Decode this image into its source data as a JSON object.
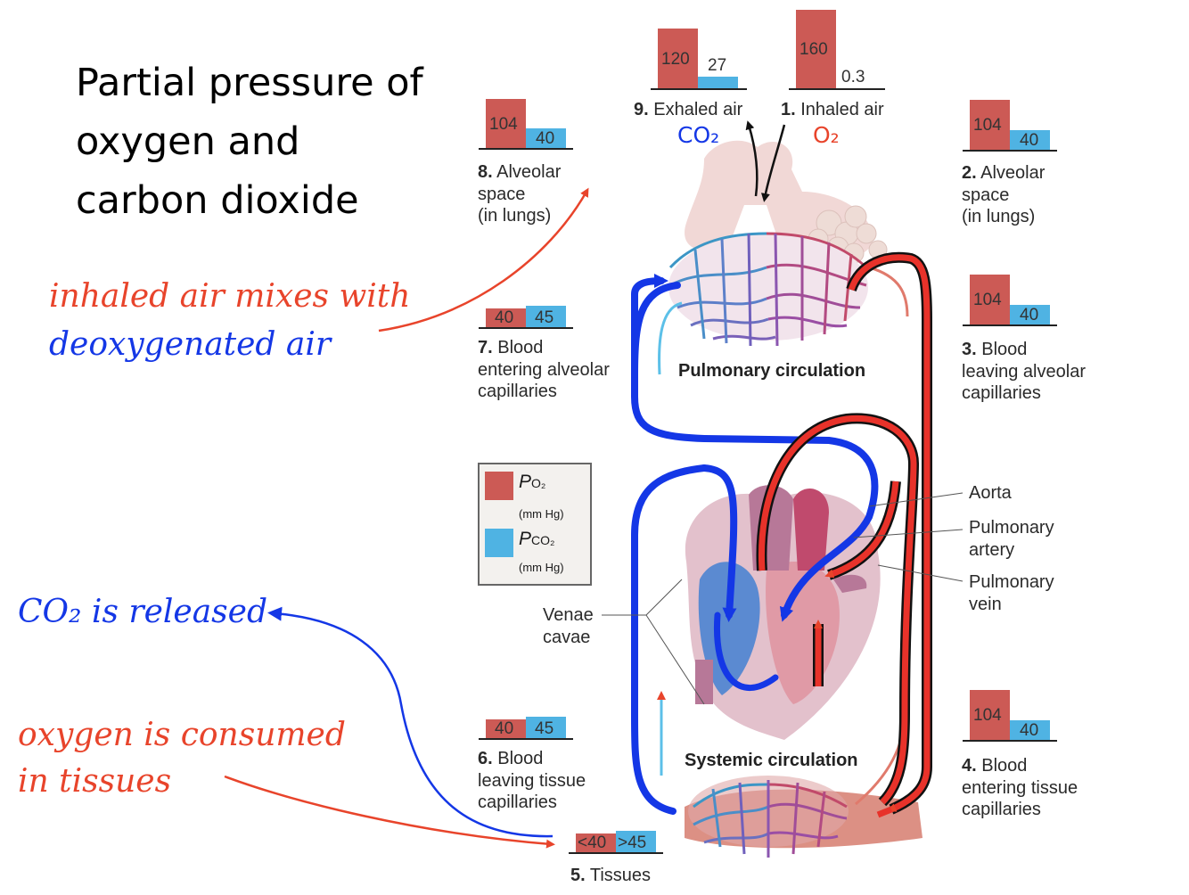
{
  "title": {
    "line1": "Partial pressure of",
    "line2": "oxygen and",
    "line3": "carbon dioxide"
  },
  "annotations": {
    "inhaled_line1": "inhaled air mixes with",
    "inhaled_line2": "deoxygenated air",
    "co2_released": "CO₂ is released",
    "oxygen_line1": "oxygen is consumed",
    "oxygen_line2": "in tissues"
  },
  "stages": {
    "s1": {
      "num": "1.",
      "label": "Inhaled air",
      "po2": "160",
      "pco2": "0.3"
    },
    "s2": {
      "num": "2.",
      "label1": "Alveolar",
      "label2": "space",
      "label3": "(in lungs)",
      "po2": "104",
      "pco2": "40"
    },
    "s3": {
      "num": "3.",
      "label1": "Blood",
      "label2": "leaving alveolar",
      "label3": "capillaries",
      "po2": "104",
      "pco2": "40"
    },
    "s4": {
      "num": "4.",
      "label1": "Blood",
      "label2": "entering tissue",
      "label3": "capillaries",
      "po2": "104",
      "pco2": "40"
    },
    "s5": {
      "num": "5.",
      "label": "Tissues",
      "po2": "<40",
      "pco2": ">45"
    },
    "s6": {
      "num": "6.",
      "label1": "Blood",
      "label2": "leaving tissue",
      "label3": "capillaries",
      "po2": "40",
      "pco2": "45"
    },
    "s7": {
      "num": "7.",
      "label1": "Blood",
      "label2": "entering alveolar",
      "label3": "capillaries",
      "po2": "40",
      "pco2": "45"
    },
    "s8": {
      "num": "8.",
      "label1": "Alveolar",
      "label2": "space",
      "label3": "(in lungs)",
      "po2": "104",
      "pco2": "40"
    },
    "s9": {
      "num": "9.",
      "label": "Exhaled air",
      "po2": "120",
      "pco2": "27"
    }
  },
  "gases": {
    "co2": "CO₂",
    "o2": "O₂"
  },
  "circulation": {
    "pulmonary": "Pulmonary circulation",
    "systemic": "Systemic circulation"
  },
  "anatomy": {
    "aorta": "Aorta",
    "pulm_artery_1": "Pulmonary",
    "pulm_artery_2": "artery",
    "pulm_vein_1": "Pulmonary",
    "pulm_vein_2": "vein",
    "venae_1": "Venae",
    "venae_2": "cavae"
  },
  "legend": {
    "po2_sym": "P",
    "po2_sub": "O₂",
    "po2_unit": "(mm Hg)",
    "pco2_sym": "P",
    "pco2_sub": "CO₂",
    "pco2_unit": "(mm Hg)"
  },
  "colors": {
    "po2": "#cc5a55",
    "pco2": "#4fb3e3",
    "oxygenated": "#e8322a",
    "deoxygenated": "#1a44e8"
  }
}
